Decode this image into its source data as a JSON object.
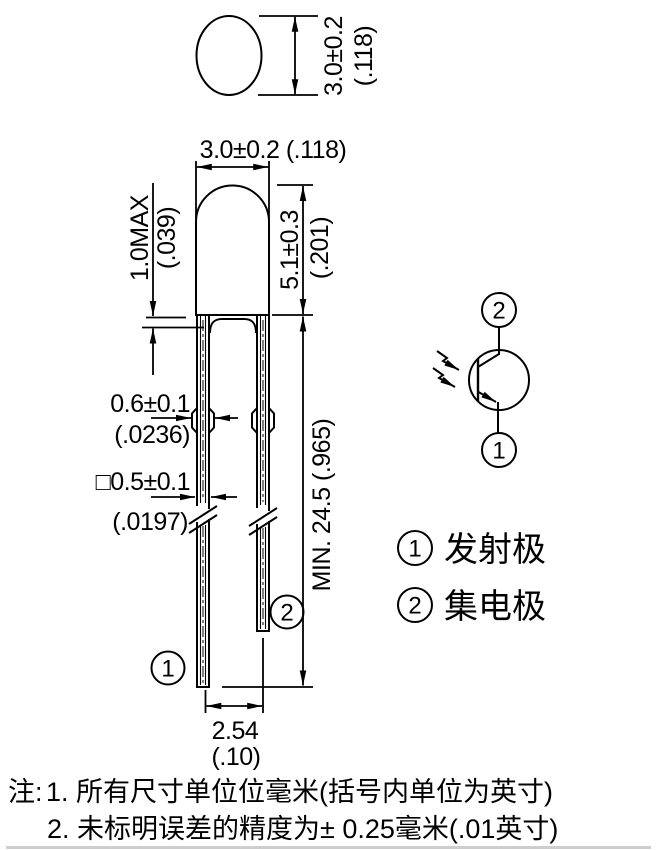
{
  "drawing": {
    "top_view": {
      "dim_mm": "3.0±0.2",
      "dim_in": "(.118)"
    },
    "side_view": {
      "width_dim": "3.0±0.2 (.118)",
      "standoff_mm": "1.0MAX",
      "standoff_in": "(.039)",
      "body_height_mm": "5.1±0.3",
      "body_height_in": "(.201)",
      "lead_width_mm": "0.6±0.1",
      "lead_width_in": "(.0236)",
      "lead_square_mm": "□0.5±0.1",
      "lead_square_in": "(.0197)",
      "lead_length": "MIN. 24.5 (.965)",
      "pitch_mm": "2.54",
      "pitch_in": "(.10)",
      "pin1": "1",
      "pin2": "2"
    },
    "symbol": {
      "pin1": "1",
      "pin2": "2"
    },
    "legend": {
      "item1_num": "1",
      "item1_label": "发射极",
      "item2_num": "2",
      "item2_label": "集电极"
    },
    "notes": {
      "prefix": "注:",
      "line1": "1. 所有尺寸单位位毫米(括号内单位为英寸)",
      "line2": "2. 未标明误差的精度为± 0.25毫米(.01英寸)"
    },
    "colors": {
      "ink": "#000000",
      "paper": "#ffffff"
    }
  }
}
